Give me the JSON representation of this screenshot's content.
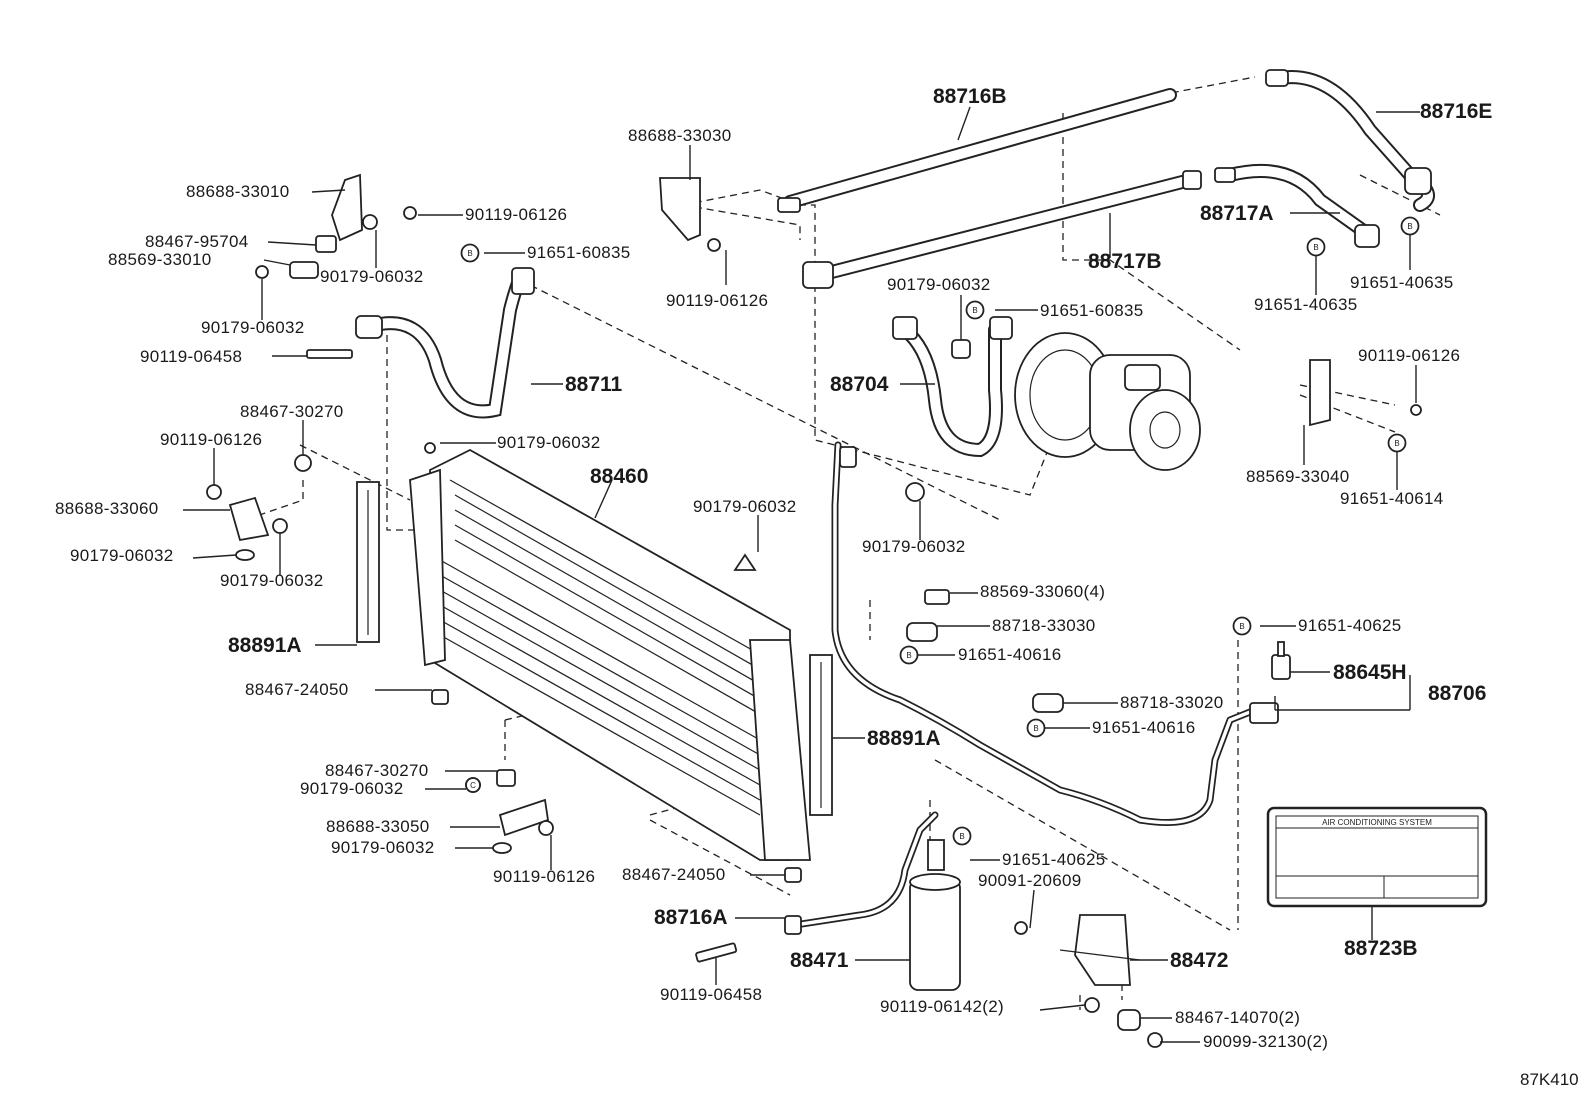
{
  "diagram_id": "87K410",
  "label_plate": {
    "header": "AIR CONDITIONING SYSTEM",
    "part_no": "88723B"
  },
  "callouts": [
    {
      "id": "c01",
      "text": "88716B",
      "style": "big"
    },
    {
      "id": "c02",
      "text": "88716E",
      "style": "big"
    },
    {
      "id": "c03",
      "text": "88688-33030",
      "style": "normal"
    },
    {
      "id": "c04",
      "text": "88688-33010",
      "style": "normal"
    },
    {
      "id": "c05",
      "text": "90119-06126",
      "style": "normal"
    },
    {
      "id": "c06",
      "text": "88467-95704",
      "style": "normal"
    },
    {
      "id": "c07",
      "text": "88569-33010",
      "style": "normal"
    },
    {
      "id": "c08",
      "text": "90179-06032",
      "style": "normal"
    },
    {
      "id": "c09",
      "text": "91651-60835",
      "style": "normal"
    },
    {
      "id": "c10",
      "text": "88717A",
      "style": "big"
    },
    {
      "id": "c11",
      "text": "88717B",
      "style": "big"
    },
    {
      "id": "c12",
      "text": "91651-40635",
      "style": "normal"
    },
    {
      "id": "c13",
      "text": "91651-40635",
      "style": "normal"
    },
    {
      "id": "c14",
      "text": "90179-06032",
      "style": "normal"
    },
    {
      "id": "c15",
      "text": "90119-06126",
      "style": "normal"
    },
    {
      "id": "c16",
      "text": "90179-06032",
      "style": "normal"
    },
    {
      "id": "c17",
      "text": "91651-60835",
      "style": "normal"
    },
    {
      "id": "c18",
      "text": "90119-06458",
      "style": "normal"
    },
    {
      "id": "c19",
      "text": "88711",
      "style": "big"
    },
    {
      "id": "c20",
      "text": "88704",
      "style": "big"
    },
    {
      "id": "c21",
      "text": "90119-06126",
      "style": "normal"
    },
    {
      "id": "c22",
      "text": "88467-30270",
      "style": "normal"
    },
    {
      "id": "c23",
      "text": "90119-06126",
      "style": "normal"
    },
    {
      "id": "c24",
      "text": "90179-06032",
      "style": "normal"
    },
    {
      "id": "c25",
      "text": "88460",
      "style": "big"
    },
    {
      "id": "c26",
      "text": "88569-33040",
      "style": "normal"
    },
    {
      "id": "c27",
      "text": "91651-40614",
      "style": "normal"
    },
    {
      "id": "c28",
      "text": "88688-33060",
      "style": "normal"
    },
    {
      "id": "c29",
      "text": "90179-06032",
      "style": "normal"
    },
    {
      "id": "c30",
      "text": "90179-06032",
      "style": "normal"
    },
    {
      "id": "c31",
      "text": "90179-06032",
      "style": "normal"
    },
    {
      "id": "c32",
      "text": "90179-06032",
      "style": "normal"
    },
    {
      "id": "c33",
      "text": "88569-33060(4)",
      "style": "normal"
    },
    {
      "id": "c34",
      "text": "88718-33030",
      "style": "normal"
    },
    {
      "id": "c35",
      "text": "91651-40616",
      "style": "normal"
    },
    {
      "id": "c36",
      "text": "91651-40625",
      "style": "normal"
    },
    {
      "id": "c37",
      "text": "88891A",
      "style": "big"
    },
    {
      "id": "c38",
      "text": "88645H",
      "style": "big"
    },
    {
      "id": "c39",
      "text": "88706",
      "style": "big"
    },
    {
      "id": "c40",
      "text": "88467-24050",
      "style": "normal"
    },
    {
      "id": "c41",
      "text": "88718-33020",
      "style": "normal"
    },
    {
      "id": "c42",
      "text": "91651-40616",
      "style": "normal"
    },
    {
      "id": "c43",
      "text": "88891A",
      "style": "big"
    },
    {
      "id": "c44",
      "text": "88467-30270",
      "style": "normal"
    },
    {
      "id": "c45",
      "text": "90179-06032",
      "style": "normal"
    },
    {
      "id": "c46",
      "text": "88688-33050",
      "style": "normal"
    },
    {
      "id": "c47",
      "text": "90179-06032",
      "style": "normal"
    },
    {
      "id": "c48",
      "text": "91651-40625",
      "style": "normal"
    },
    {
      "id": "c49",
      "text": "90119-06126",
      "style": "normal"
    },
    {
      "id": "c50",
      "text": "88467-24050",
      "style": "normal"
    },
    {
      "id": "c51",
      "text": "90091-20609",
      "style": "normal"
    },
    {
      "id": "c52",
      "text": "88716A",
      "style": "big"
    },
    {
      "id": "c53",
      "text": "88471",
      "style": "big"
    },
    {
      "id": "c54",
      "text": "88472",
      "style": "big"
    },
    {
      "id": "c55",
      "text": "90119-06458",
      "style": "normal"
    },
    {
      "id": "c56",
      "text": "90119-06142(2)",
      "style": "normal"
    },
    {
      "id": "c57",
      "text": "88467-14070(2)",
      "style": "normal"
    },
    {
      "id": "c58",
      "text": "90099-32130(2)",
      "style": "normal"
    }
  ],
  "marker_letter": "B",
  "marker_letter_c": "C"
}
